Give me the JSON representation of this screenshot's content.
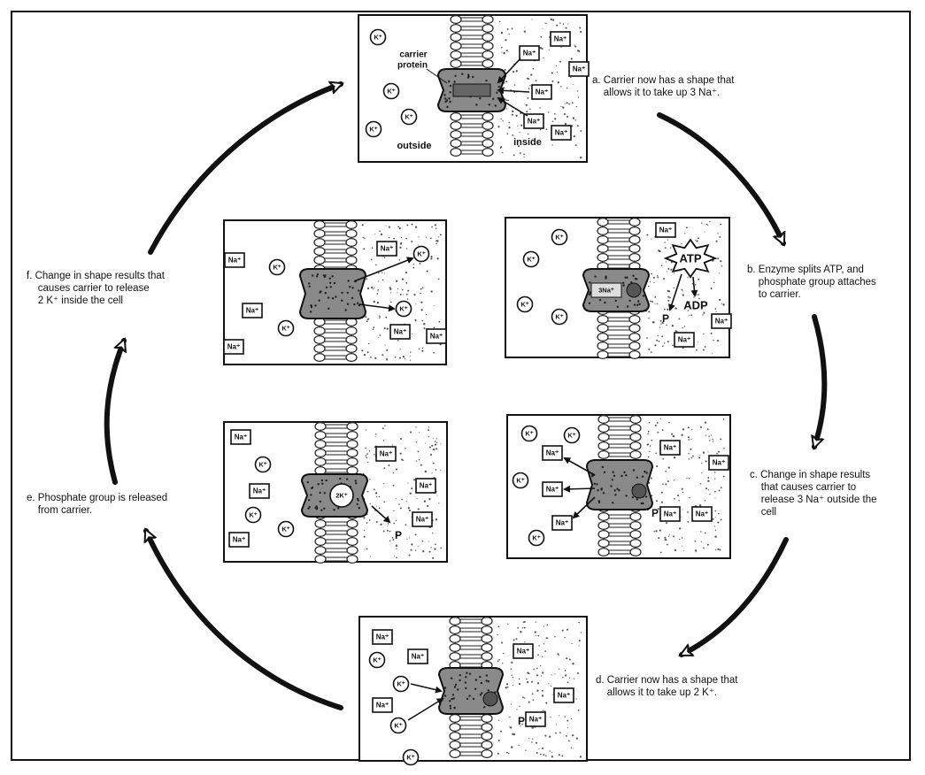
{
  "captions": {
    "a": "a. Carrier now has a shape that\n    allows it to take up 3 Na⁺.",
    "b": "b. Enzyme splits ATP, and\n    phosphate group attaches\n    to carrier.",
    "c": "c. Change in shape results\n    that causes carrier to\n    release 3 Na⁺ outside the\n    cell",
    "d": "d. Carrier now has a shape that\n    allows it to take up 2 K⁺.",
    "e": "e. Phosphate group is released\n    from carrier.",
    "f": "f. Change in shape results that\n    causes carrier to release\n    2 K⁺ inside the cell"
  },
  "labels": {
    "carrier_protein": "carrier\nprotein",
    "outside": "outside",
    "inside": "inside",
    "na": "Na⁺",
    "k": "K⁺",
    "atp": "ATP",
    "adp": "ADP",
    "p": "P",
    "three_na": "3Na⁺",
    "two_k": "2K⁺"
  },
  "colors": {
    "ink": "#111111",
    "membrane": "#222222",
    "panel_border": "#111111",
    "stipple": "#555555"
  }
}
